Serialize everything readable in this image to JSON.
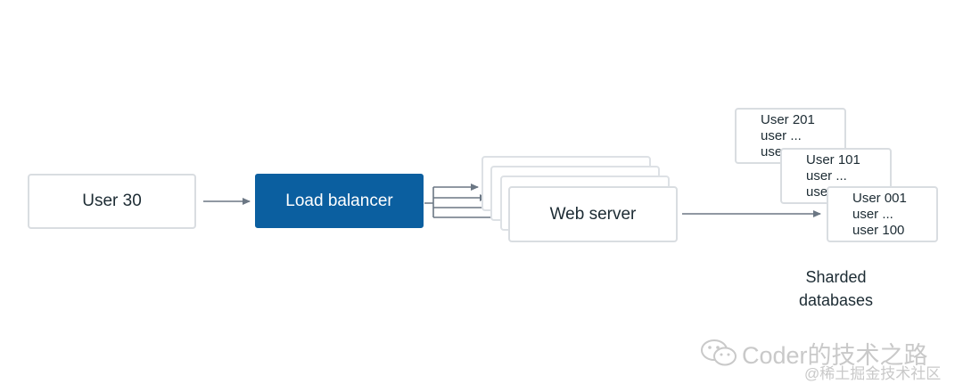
{
  "nodes": {
    "user": "User 30",
    "load_balancer": "Load balancer",
    "web_server": "Web server"
  },
  "databases": [
    {
      "lines": [
        "User 201",
        "user ...",
        "user"
      ]
    },
    {
      "lines": [
        "User 101",
        "user ...",
        "user"
      ]
    },
    {
      "lines": [
        "User 001",
        "user ...",
        "user 100"
      ]
    }
  ],
  "db_caption": [
    "Sharded",
    "databases"
  ],
  "watermark": {
    "title": "Coder的技术之路",
    "subtitle": "@稀土掘金技术社区"
  },
  "colors": {
    "load_balancer": "#0b5fa0",
    "border": "#d9dde1",
    "arrow": "#6b7784",
    "text": "#1c2b33"
  }
}
